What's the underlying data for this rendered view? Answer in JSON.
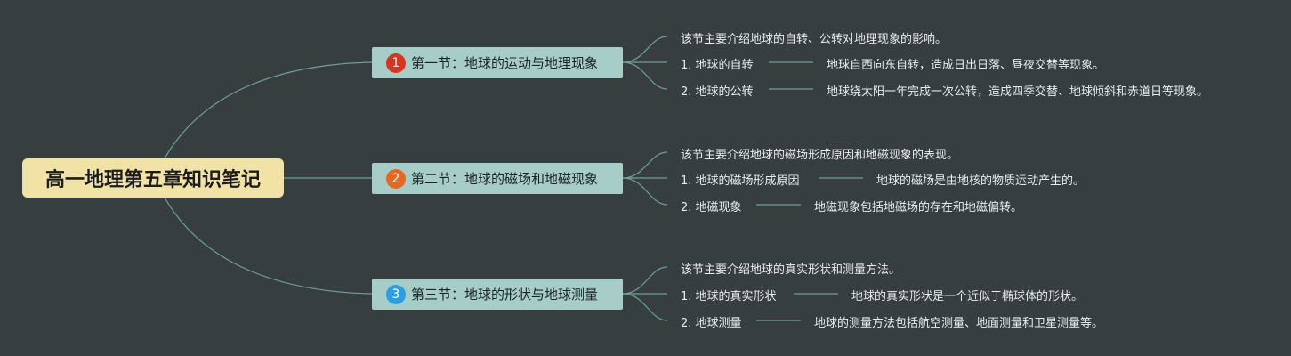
{
  "root": {
    "title": "高一地理第五章知识笔记"
  },
  "sections": [
    {
      "badge": "1",
      "badge_color": "#d9341e",
      "title": "第一节：地球的运动与地理现象",
      "intro": "该节主要介绍地球的自转、公转对地理现象的影响。",
      "items": [
        {
          "label": "1. 地球的自转",
          "desc": "地球自西向东自转，造成日出日落、昼夜交替等现象。"
        },
        {
          "label": "2. 地球的公转",
          "desc": "地球绕太阳一年完成一次公转，造成四季交替、地球倾斜和赤道日等现象。"
        }
      ]
    },
    {
      "badge": "2",
      "badge_color": "#e8661d",
      "title": "第二节：地球的磁场和地磁现象",
      "intro": "该节主要介绍地球的磁场形成原因和地磁现象的表现。",
      "items": [
        {
          "label": "1. 地球的磁场形成原因",
          "desc": "地球的磁场是由地核的物质运动产生的。"
        },
        {
          "label": "2. 地磁现象",
          "desc": "地磁现象包括地磁场的存在和地磁偏转。"
        }
      ]
    },
    {
      "badge": "3",
      "badge_color": "#2b9fe0",
      "title": "第三节：地球的形状与地球测量",
      "intro": "该节主要介绍地球的真实形状和测量方法。",
      "items": [
        {
          "label": "1. 地球的真实形状",
          "desc": "地球的真实形状是一个近似于椭球体的形状。"
        },
        {
          "label": "2. 地球测量",
          "desc": "地球的测量方法包括航空测量、地面测量和卫星测量等。"
        }
      ]
    }
  ],
  "colors": {
    "background": "#373e40",
    "line": "#6e9f98",
    "root_fill": "#f1e3a6",
    "section_fill": "#a6cdc8"
  }
}
